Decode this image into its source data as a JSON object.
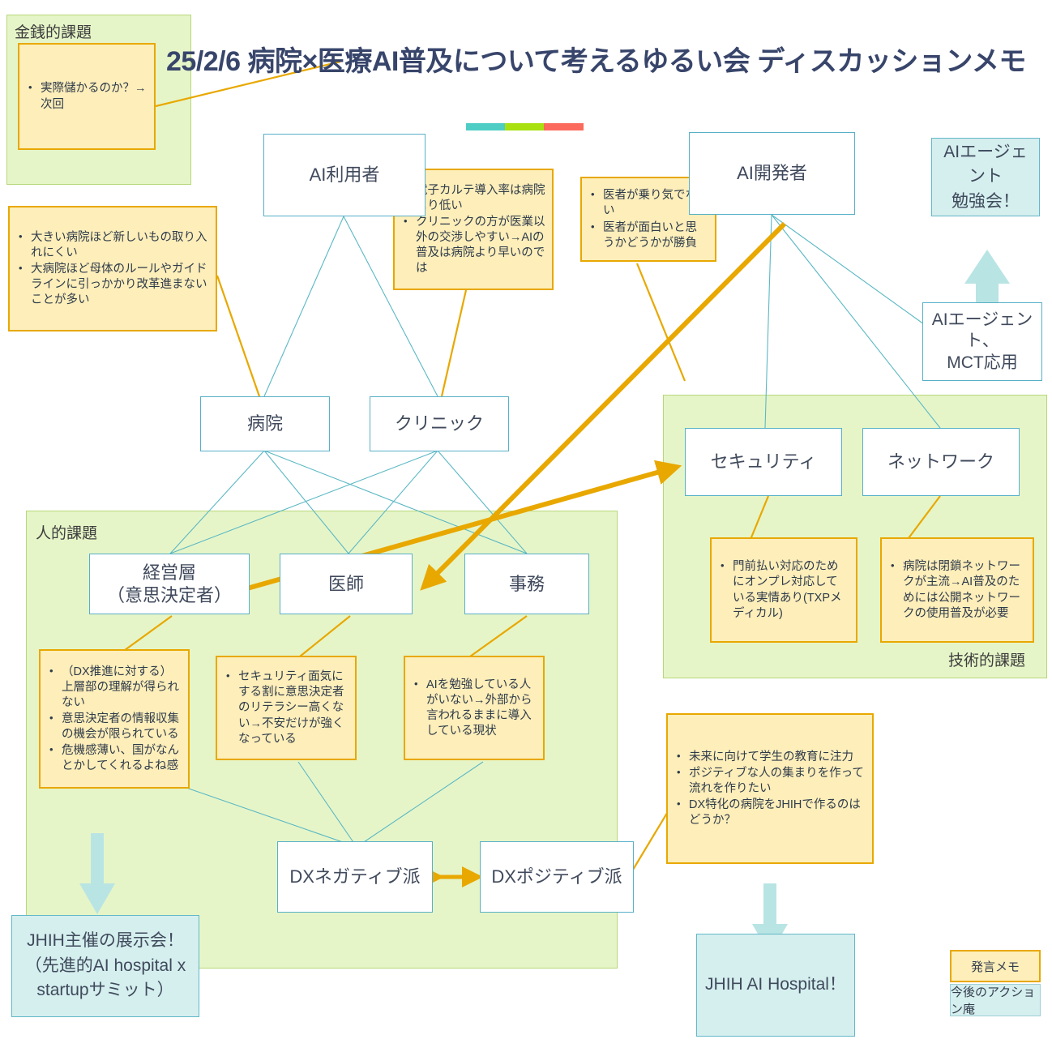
{
  "title": "25/2/6 病院×医療AI普及について考えるゆるい会 ディスカッションメモ",
  "deco_bar": {
    "colors": [
      "#4ecdc4",
      "#a8e010",
      "#fc6a5d"
    ]
  },
  "regions": {
    "money": {
      "label": "金銭的課題"
    },
    "human": {
      "label": "人的課題"
    },
    "tech": {
      "label": "技術的課題"
    }
  },
  "nodes": {
    "ai_user": "AI利用者",
    "ai_developer": "AI開発者",
    "hospital": "病院",
    "clinic": "クリニック",
    "security": "セキュリティ",
    "network": "ネットワーク",
    "management": "経営層\n（意思決定者）",
    "doctor": "医師",
    "admin": "事務",
    "dx_negative": "DXネガティブ派",
    "dx_positive": "DXポジティブ派",
    "ai_agent_mct": "AIエージェント、\nMCT応用"
  },
  "notes": {
    "money": [
      "実際儲かるのか？→次回"
    ],
    "hospital_size": [
      "大きい病院ほど新しいもの取り入れにくい",
      "大病院ほど母体のルールやガイドラインに引っかかり改革進まないことが多い"
    ],
    "clinic": [
      "電子カルテ導入率は病院より低い",
      "クリニックの方が医業以外の交渉しやすい→AIの普及は病院より早いのでは"
    ],
    "developer": [
      "医者が乗り気でない",
      "医者が面白いと思うかどうかが勝負"
    ],
    "security": [
      "門前払い対応のためにオンプレ対応している実情あり(TXPメディカル)"
    ],
    "network": [
      "病院は閉鎖ネットワークが主流→AI普及のためには公開ネットワークの使用普及が必要"
    ],
    "management": [
      "（DX推進に対する）上層部の理解が得られない",
      "意思決定者の情報収集の機会が限られている",
      "危機感薄い、国がなんとかしてくれるよね感"
    ],
    "doctor": [
      "セキュリティ面気にする割に意思決定者のリテラシー高くない→不安だけが強くなっている"
    ],
    "admin": [
      "AIを勉強している人がいない→外部から言われるままに導入している現状"
    ],
    "dx_positive": [
      "未来に向けて学生の教育に注力",
      "ポジティブな人の集まりを作って流れを作りたい",
      "DX特化の病院をJHIHで作るのはどうか？"
    ]
  },
  "actions": {
    "ai_agent_study": "AIエージェント\n勉強会！",
    "exhibition": "JHIH主催の展示会！\n（先進的AI hospital x startupサミット）",
    "ai_hospital": "JHIH AI Hospital！"
  },
  "legend": {
    "note_label": "発言メモ",
    "action_label": "今後のアクション庵"
  },
  "colors": {
    "note_fill": "#fdeeba",
    "note_border": "#e8a800",
    "action_fill": "#d5eeee",
    "action_border": "#62b8c8",
    "region_fill": "#e6f5c8",
    "node_border": "#58b0c8",
    "connector": "#5bb8c4",
    "arrow": "#e8a800",
    "big_arrow": "#b9e4e4",
    "title": "#38456b"
  }
}
